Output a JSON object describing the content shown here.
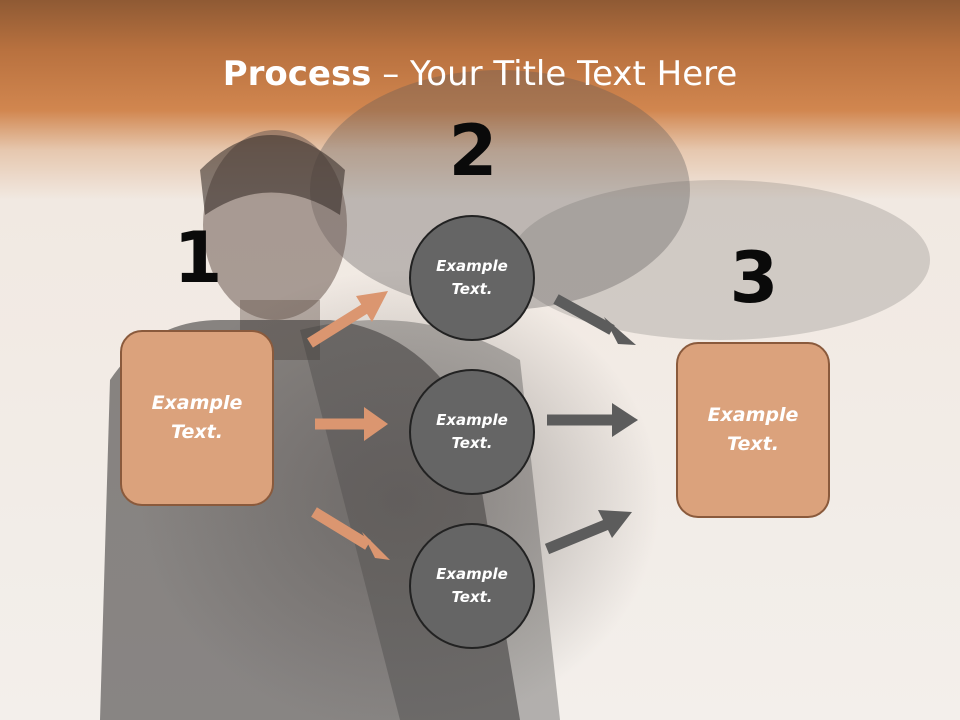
{
  "title": {
    "bold": "Process",
    "rest": " – Your Title Text Here"
  },
  "steps": {
    "one": "1",
    "two": "2",
    "three": "3"
  },
  "boxes": {
    "left": "Example Text.",
    "right": "Example Text."
  },
  "circles": {
    "top": "Example Text.",
    "middle": "Example Text.",
    "bottom": "Example Text."
  },
  "colors": {
    "box_fill": "#dba27c",
    "box_border": "#8a5a3c",
    "circle_fill": "#656565",
    "arrow_orange": "#db9670",
    "arrow_gray": "#5c5c5c"
  }
}
